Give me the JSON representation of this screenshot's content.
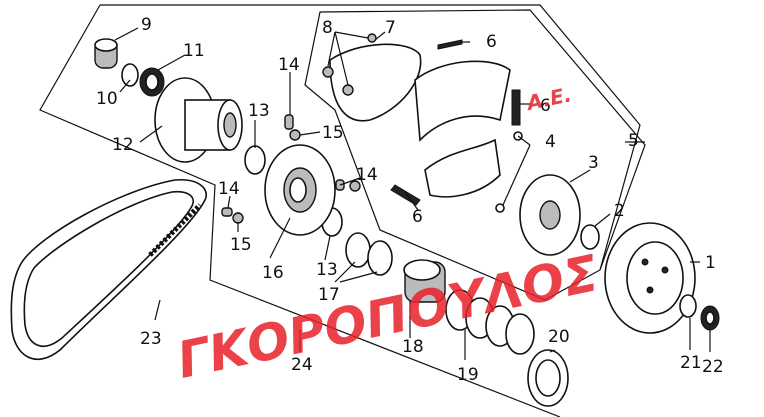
{
  "watermark": {
    "text": "ΓΚΟΡΟΠΟΥΛΟΣ",
    "suffix": "A.E.",
    "color": "#e8202a"
  },
  "callouts": [
    "1",
    "2",
    "3",
    "4",
    "5",
    "6",
    "6",
    "6",
    "7",
    "8",
    "9",
    "10",
    "11",
    "12",
    "13",
    "13",
    "14",
    "14",
    "14",
    "15",
    "15",
    "16",
    "17",
    "18",
    "19",
    "20",
    "21",
    "22",
    "23",
    "24"
  ]
}
